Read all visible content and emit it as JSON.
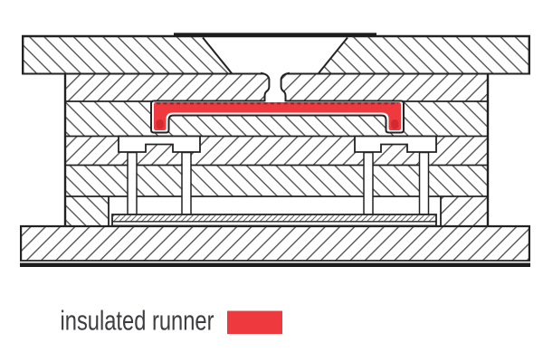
{
  "figure": {
    "type": "mold-cross-section-diagram",
    "legend": {
      "label": "insulated runner",
      "swatch_color": "#ee3a3e"
    },
    "colors": {
      "runner_fill": "#ee3a3e",
      "runner_core_line": "#a0202a",
      "outline": "#222222",
      "hatch_line": "#4f4f4f",
      "background": "#ffffff",
      "text": "#3c3c42"
    },
    "parts": [
      "top-clamping-plate",
      "locating-ring",
      "sprue-funnel",
      "sprue-channel",
      "insulated-runner-channel",
      "runner-plate",
      "cavity-plate",
      "molded-part-left",
      "molded-part-right",
      "support-plate",
      "ejector-pins",
      "ejector-retainer-plate",
      "ejector-base-plate",
      "spacer-rail-left",
      "spacer-rail-right",
      "bottom-clamping-plate"
    ]
  }
}
